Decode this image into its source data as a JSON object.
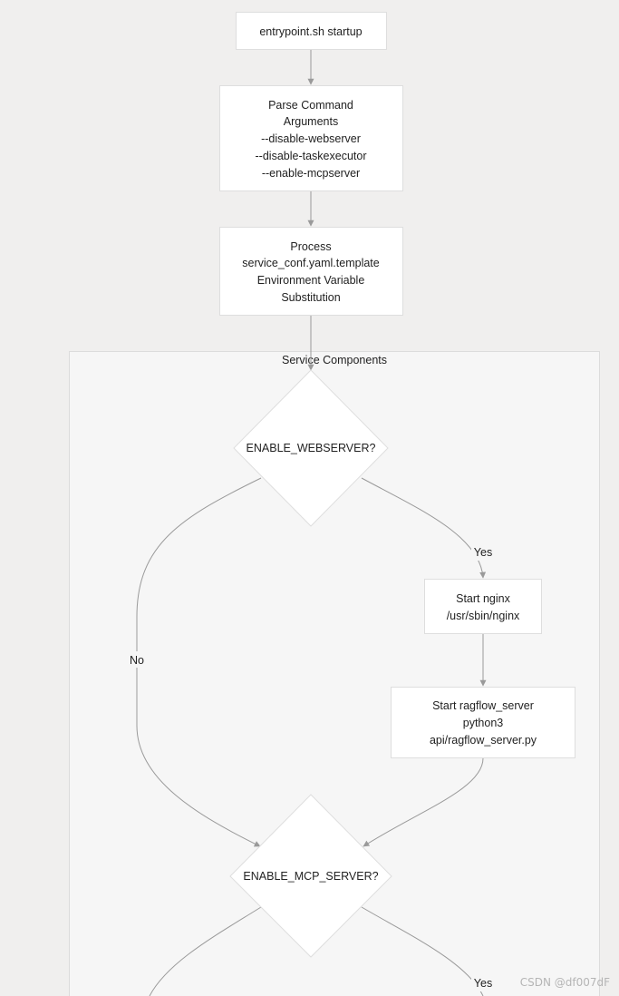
{
  "nodes": {
    "startup": {
      "lines": [
        "entrypoint.sh startup"
      ]
    },
    "parse_args": {
      "lines": [
        "Parse Command",
        "Arguments",
        "--disable-webserver",
        "--disable-taskexecutor",
        "--enable-mcpserver"
      ]
    },
    "process_conf": {
      "lines": [
        "Process",
        "service_conf.yaml.template",
        "Environment Variable",
        "Substitution"
      ]
    },
    "enable_webserver": {
      "lines": [
        "ENABLE_WEBSERVER?"
      ]
    },
    "start_nginx": {
      "lines": [
        "Start nginx",
        "/usr/sbin/nginx"
      ]
    },
    "start_ragflow": {
      "lines": [
        "Start ragflow_server",
        "python3",
        "api/ragflow_server.py"
      ]
    },
    "enable_mcp": {
      "lines": [
        "ENABLE_MCP_SERVER?"
      ]
    }
  },
  "cluster": {
    "title": "Service Components"
  },
  "edges": {
    "webserver_yes": "Yes",
    "webserver_no": "No",
    "mcp_yes": "Yes"
  },
  "watermark": "CSDN @df007dF",
  "colors": {
    "background": "#f0efee",
    "cluster": "#f6f6f6",
    "node": "#ffffff",
    "edge": "#9a9a9a"
  }
}
